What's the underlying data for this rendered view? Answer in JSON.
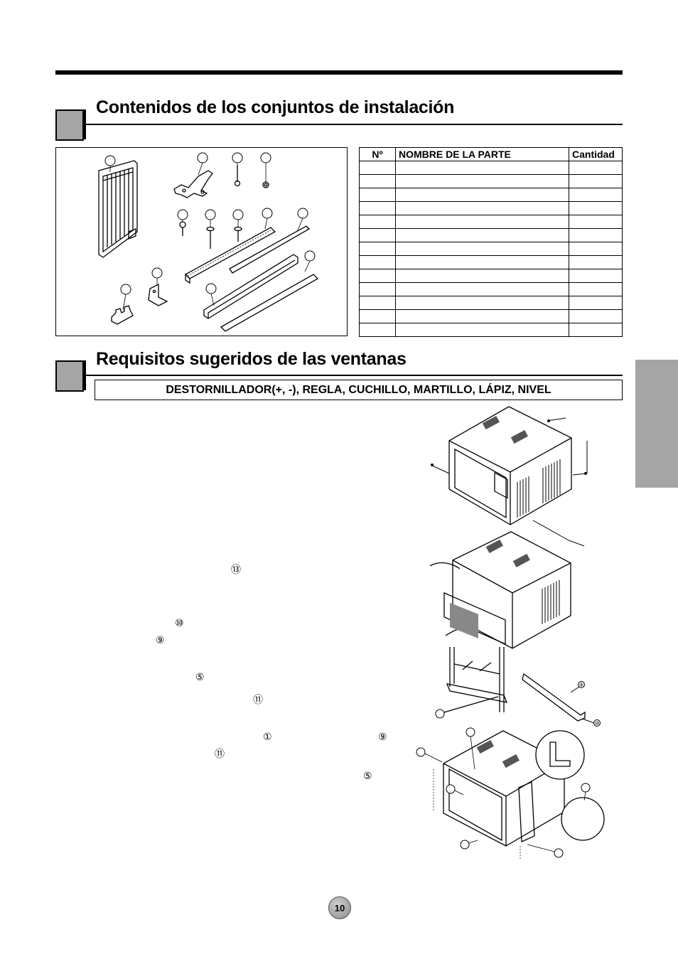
{
  "section1": {
    "title": "Contenidos de los conjuntos de instalación"
  },
  "table": {
    "headers": [
      "Nº",
      "NOMBRE DE LA PARTE",
      "Cantidad"
    ],
    "empty_row_count": 13
  },
  "section2": {
    "title": "Requisitos sugeridos de las ventanas"
  },
  "tools": "DESTORNILLADOR(+, -), REGLA, CUCHILLO, MARTILLO, LÁPIZ, NIVEL",
  "refs": {
    "r13": "⑬",
    "r10": "⑩",
    "r9a": "⑨",
    "r5a": "⑤",
    "r11a": "⑪",
    "r1": "①",
    "r9b": "⑨",
    "r11b": "⑪",
    "r5b": "⑤"
  },
  "fig_labels": {
    "f9": "⑨",
    "f10": "⑩"
  },
  "page_number": "10"
}
